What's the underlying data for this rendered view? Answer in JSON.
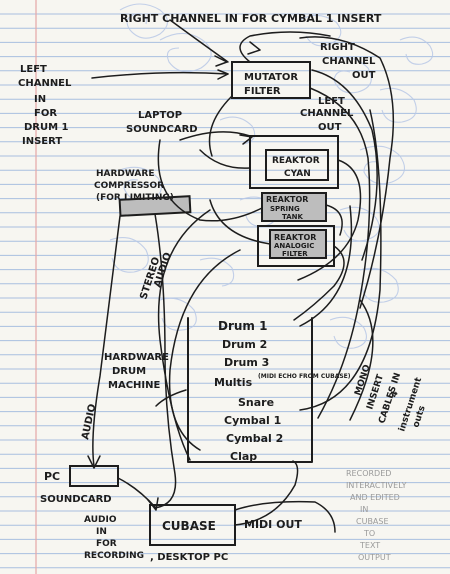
{
  "labels": {
    "right_channel_in": "RIGHT CHANNEL IN FOR CYMBAL 1 INSERT",
    "left_channel_l1": "LEFT",
    "left_channel_l2": "CHANNEL",
    "left_channel_l3": "IN",
    "left_channel_l4": "FOR",
    "left_channel_l5": "DRUM 1",
    "left_channel_l6": "INSERT",
    "right_channel_out_l1": "RIGHT",
    "right_channel_out_l2": "CHANNEL",
    "right_channel_out_l3": "OUT",
    "left_channel_out_l1": "LEFT",
    "left_channel_out_l2": "CHANNEL",
    "left_channel_out_l3": "OUT",
    "laptop_soundcard_l1": "LAPTOP",
    "laptop_soundcard_l2": "SOUNDCARD",
    "hw_compressor_l1": "HARDWARE",
    "hw_compressor_l2": "COMPRESSOR",
    "hw_compressor_l3": "(FOR LIMITING)",
    "stereo_audio_l1": "STEREO",
    "stereo_audio_l2": "AUDIO",
    "audio_left": "AUDIO",
    "hw_drum_l1": "HARDWARE",
    "hw_drum_l2": "DRUM",
    "hw_drum_l3": "MACHINE",
    "pc": "PC",
    "soundcard": "SOUNDCARD",
    "audio_in_l1": "AUDIO",
    "audio_in_l2": "IN",
    "audio_in_l3": "FOR",
    "audio_in_l4": "RECORDING",
    "desktop_pc": ", DESKTOP PC",
    "midi_out": "MIDI OUT",
    "mono_insert_l1": "MONO",
    "mono_insert_l2": "INSERT",
    "mono_insert_l3": "CABLES IN",
    "mono_insert_l4": "4",
    "mono_insert_l5": "instrument",
    "mono_insert_l6": "outs"
  },
  "nodes": {
    "mutator_filter_l1": "MUTATOR",
    "mutator_filter_l2": "FILTER",
    "reaktor_cyan_l1": "REAKTOR",
    "reaktor_cyan_l2": "CYAN",
    "reaktor_spring_l1": "REAKTOR",
    "reaktor_spring_l2": "SPRING",
    "reaktor_spring_l3": "TANK",
    "reaktor_analogic_l1": "REAKTOR",
    "reaktor_analogic_l2": "ANALOGIC",
    "reaktor_analogic_l3": "FILTER",
    "cubase": "CUBASE"
  },
  "drum_outputs": [
    "Drum 1",
    "Drum 2",
    "Drum 3",
    "Multis",
    "Snare",
    "Cymbal 1",
    "Cymbal 2",
    "Clap"
  ],
  "midi_echo_note": "(MIDI ECHO FROM CUBASE)",
  "faint_note": [
    "RECORDED",
    "INTERACTIVELY",
    "AND EDITED",
    "IN",
    "CUBASE",
    "TO",
    "TEXT",
    "OUTPUT"
  ]
}
